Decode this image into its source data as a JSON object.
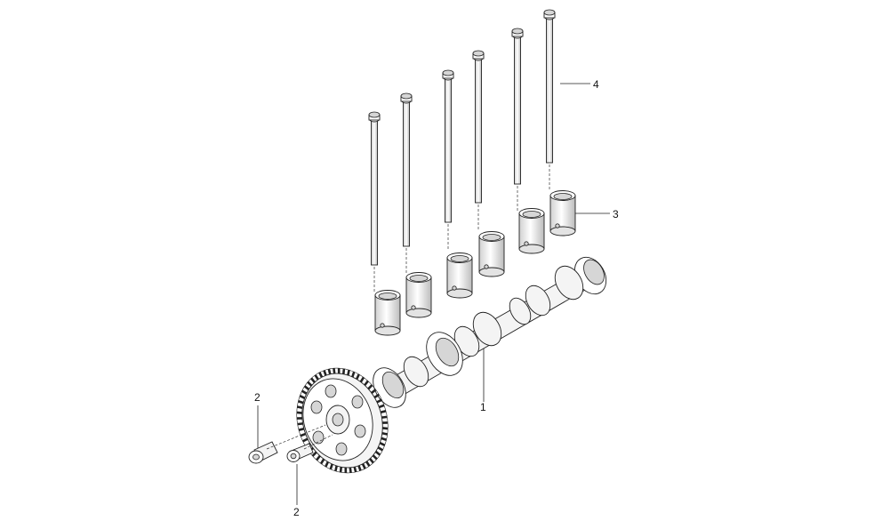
{
  "callouts": {
    "camshaft": "1",
    "bolt_left": "2",
    "bolt_right": "2",
    "tappet": "3",
    "pushrod": "4"
  },
  "colors": {
    "line": "#222222",
    "fill": "#f4f4f4",
    "background": "#ffffff"
  }
}
